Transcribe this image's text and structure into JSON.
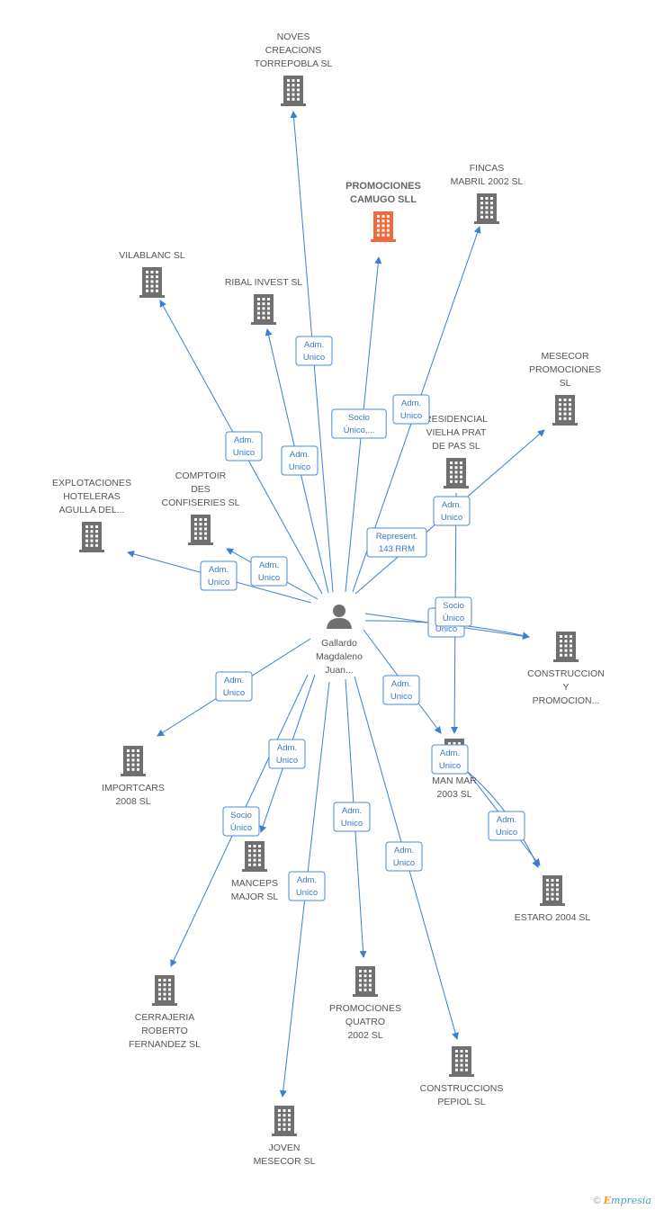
{
  "colors": {
    "edge": "#3a7fd4",
    "node": "#707070",
    "highlight": "#f26a3c",
    "label": "#555555"
  },
  "person": {
    "id": "p",
    "lines": [
      "Gallardo",
      "Magdaleno",
      "Juan..."
    ],
    "icon": "person-icon"
  },
  "nodes": [
    {
      "id": "noves",
      "lines": [
        "NOVES",
        "CREACIONS",
        "TORREPOBLA SL"
      ],
      "icon": "building-icon"
    },
    {
      "id": "promociones_camugo",
      "lines": [
        "PROMOCIONES",
        "CAMUGO SLL"
      ],
      "icon": "building-icon",
      "highlight": true
    },
    {
      "id": "fincas",
      "lines": [
        "FINCAS",
        "MABRIL 2002 SL"
      ],
      "icon": "building-icon"
    },
    {
      "id": "vilablanc",
      "lines": [
        "VILABLANC SL"
      ],
      "icon": "building-icon"
    },
    {
      "id": "ribal",
      "lines": [
        "RIBAL INVEST SL"
      ],
      "icon": "building-icon"
    },
    {
      "id": "mesecor_prom",
      "lines": [
        "MESECOR",
        "PROMOCIONES",
        "SL"
      ],
      "icon": "building-icon"
    },
    {
      "id": "residencial",
      "lines": [
        "RESIDENCIAL",
        "VIELHA PRAT",
        "DE PAS SL"
      ],
      "icon": "building-icon"
    },
    {
      "id": "explotaciones",
      "lines": [
        "EXPLOTACIONES",
        "HOTELERAS",
        "AGULLA DEL..."
      ],
      "icon": "building-icon"
    },
    {
      "id": "comptoir",
      "lines": [
        "COMPTOIR",
        "DES",
        "CONFISERIES SL"
      ],
      "icon": "building-icon"
    },
    {
      "id": "construccion_y",
      "lines": [
        "CONSTRUCCION",
        "Y",
        "PROMOCION..."
      ],
      "icon": "building-icon"
    },
    {
      "id": "importcars",
      "lines": [
        "IMPORTCARS",
        "2008 SL"
      ],
      "icon": "building-icon"
    },
    {
      "id": "manmar",
      "lines": [
        "MAN MAR",
        "2003 SL"
      ],
      "icon": "building-icon"
    },
    {
      "id": "manceps",
      "lines": [
        "MANCEPS",
        "MAJOR SL"
      ],
      "icon": "building-icon"
    },
    {
      "id": "estaro",
      "lines": [
        "ESTARO 2004 SL"
      ],
      "icon": "building-icon"
    },
    {
      "id": "cerrajeria",
      "lines": [
        "CERRAJERIA",
        "ROBERTO",
        "FERNANDEZ SL"
      ],
      "icon": "building-icon"
    },
    {
      "id": "promociones_quatro",
      "lines": [
        "PROMOCIONES",
        "QUATRO",
        "2002 SL"
      ],
      "icon": "building-icon"
    },
    {
      "id": "construccions_pepiol",
      "lines": [
        "CONSTRUCCIONS",
        "PEPIOL SL"
      ],
      "icon": "building-icon"
    },
    {
      "id": "joven",
      "lines": [
        "JOVEN",
        "MESECOR SL"
      ],
      "icon": "building-icon"
    }
  ],
  "edges": [
    {
      "from": "p",
      "to": "noves",
      "label": [
        "Adm.",
        "Unico"
      ]
    },
    {
      "from": "p",
      "to": "promociones_camugo",
      "label": [
        "Socio",
        "Único,..."
      ]
    },
    {
      "from": "p",
      "to": "fincas",
      "label": [
        "Adm.",
        "Unico"
      ]
    },
    {
      "from": "p",
      "to": "vilablanc",
      "label": [
        "Adm.",
        "Unico"
      ]
    },
    {
      "from": "p",
      "to": "ribal",
      "label": [
        "Adm.",
        "Unico"
      ]
    },
    {
      "from": "p",
      "to": "mesecor_prom",
      "label": [
        "Represent.",
        "143 RRM"
      ]
    },
    {
      "from": "p",
      "to": "explotaciones",
      "label": [
        "Adm.",
        "Unico"
      ]
    },
    {
      "from": "p",
      "to": "comptoir",
      "label": [
        "Adm.",
        "Unico"
      ]
    },
    {
      "from": "residencial",
      "to": "manmar",
      "label": [
        "Adm.",
        "Unico"
      ]
    },
    {
      "from": "p",
      "to": "construccion_y",
      "label": [
        "Adm.",
        "Unico"
      ]
    },
    {
      "from": "p",
      "to": "construccion_y",
      "label": [
        "Socio",
        "Único"
      ]
    },
    {
      "from": "p",
      "to": "importcars",
      "label": [
        "Adm.",
        "Unico"
      ]
    },
    {
      "from": "p",
      "to": "manmar",
      "label": [
        "Adm.",
        "Unico"
      ]
    },
    {
      "from": "p",
      "to": "manceps",
      "label": [
        "Adm.",
        "Unico"
      ]
    },
    {
      "from": "manmar",
      "to": "estaro",
      "label": [
        "Adm.",
        "Unico"
      ]
    },
    {
      "from": "manmar",
      "to": "estaro",
      "label": [
        "Socio",
        "Único"
      ]
    },
    {
      "from": "p",
      "to": "cerrajeria",
      "label": [
        "Adm.",
        "Unico"
      ]
    },
    {
      "from": "p",
      "to": "promociones_quatro",
      "label": [
        "Adm.",
        "Unico"
      ]
    },
    {
      "from": "p",
      "to": "construccions_pepiol",
      "label": [
        "Adm.",
        "Unico"
      ]
    },
    {
      "from": "p",
      "to": "joven",
      "label": [
        "Adm.",
        "Unico"
      ]
    }
  ],
  "footer": {
    "copyright": "©",
    "brand_initial": "E",
    "brand_rest": "mpresia"
  }
}
